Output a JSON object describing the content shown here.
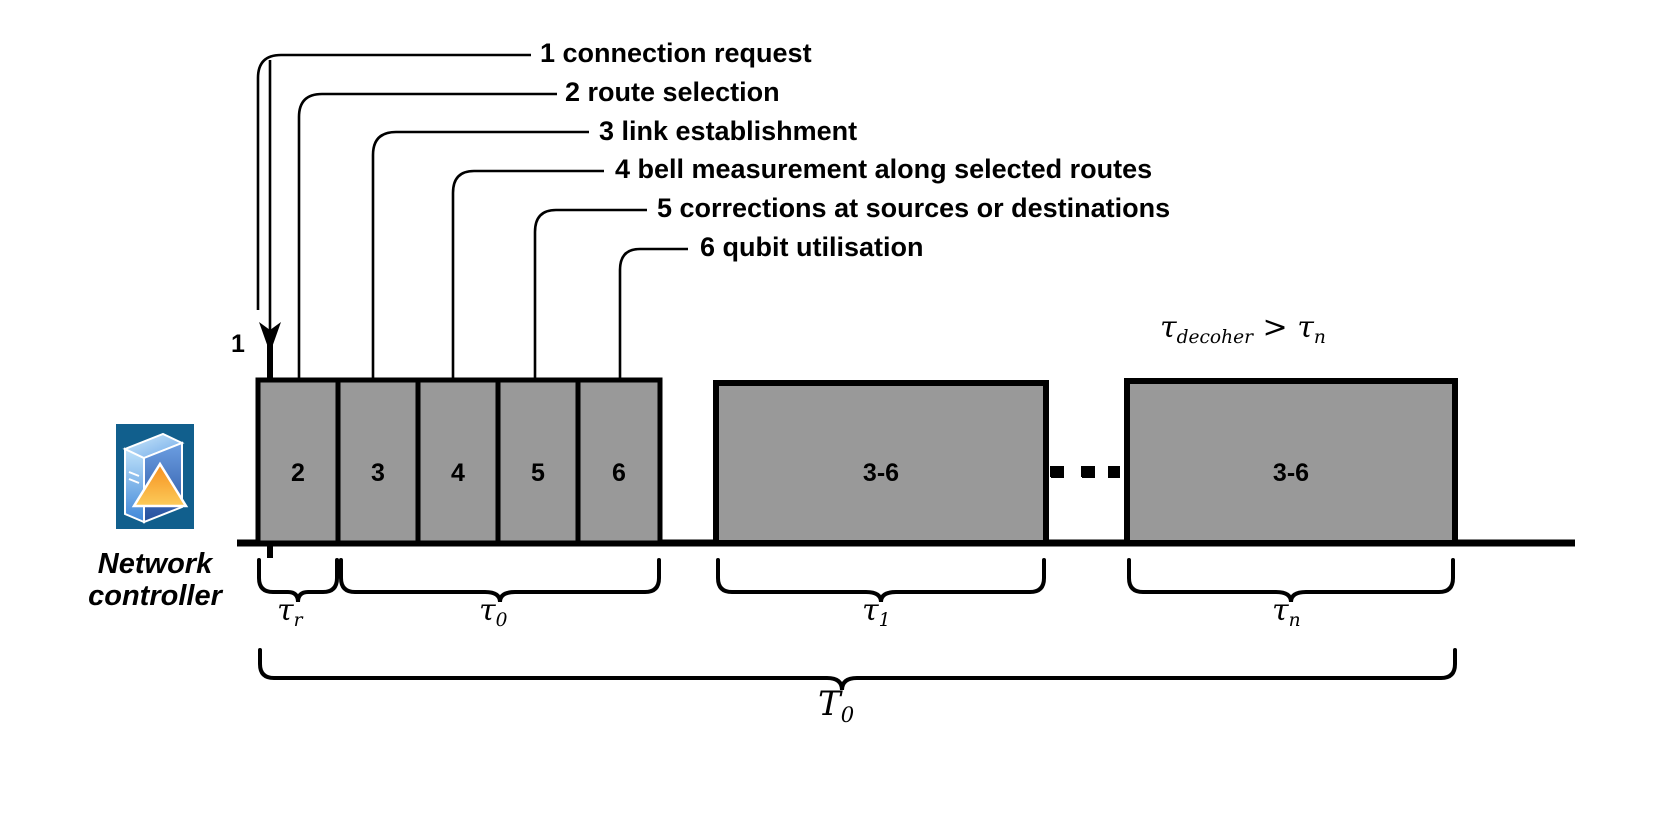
{
  "diagram": {
    "title": "Quantum network connection establishment timeline",
    "colors": {
      "block_fill": "#999999",
      "stroke": "#000000",
      "icon_bg": "#115588",
      "icon_accent": "#F7A22B"
    }
  },
  "callouts": [
    {
      "id": "1",
      "text": "1 connection request"
    },
    {
      "id": "2",
      "text": "2 route selection"
    },
    {
      "id": "3",
      "text": "3 link establishment"
    },
    {
      "id": "4",
      "text": "4 bell measurement along selected routes"
    },
    {
      "id": "5",
      "text": "5 corrections at sources or destinations"
    },
    {
      "id": "6",
      "text": "6 qubit utilisation"
    }
  ],
  "timeline": {
    "arrival_marker": "1",
    "phase_blocks": [
      {
        "label": "2"
      },
      {
        "label": "3"
      },
      {
        "label": "4"
      },
      {
        "label": "5"
      },
      {
        "label": "6"
      }
    ],
    "round_blocks": [
      {
        "label": "3-6"
      },
      {
        "label": "3-6"
      }
    ],
    "ellipsis": "dotted-continuation"
  },
  "annotations": {
    "decoherence": {
      "tau": "τ",
      "sub": "decoher",
      "op": ">",
      "tau2": "τ",
      "sub2": "n"
    },
    "brace_labels": [
      {
        "tau": "τ",
        "sub": "r"
      },
      {
        "tau": "τ",
        "sub": "0"
      },
      {
        "tau": "τ",
        "sub": "1"
      },
      {
        "tau": "τ",
        "sub": "n"
      }
    ],
    "total_period": {
      "symbol": "T",
      "sub": "0"
    }
  },
  "controller": {
    "icon": "network-controller-icon",
    "caption_line1": "Network",
    "caption_line2": "controller"
  }
}
